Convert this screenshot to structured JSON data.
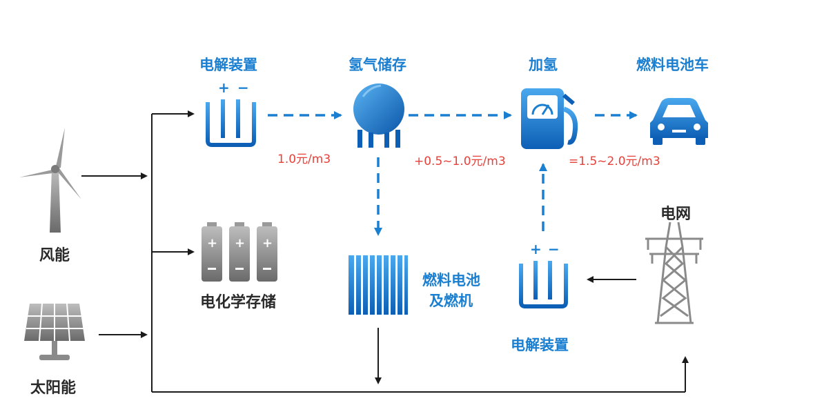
{
  "labels": {
    "electrolyzer_top": "电解装置",
    "hydrogen_storage": "氢气储存",
    "refueling": "加氢",
    "fuel_cell_car": "燃料电池车",
    "wind": "风能",
    "solar": "太阳能",
    "electrochemical_storage": "电化学存储",
    "fuel_cell_line1": "燃料电池",
    "fuel_cell_line2": "及燃机",
    "grid": "电网",
    "electrolyzer_bottom": "电解装置"
  },
  "prices": {
    "electrolysis": "1.0元/m3",
    "storage": "+0.5~1.0元/m3",
    "refuel": "=1.5~2.0元/m3"
  },
  "icons": {
    "electrolyzer": "electrolyzer-icon",
    "tank": "hydrogen-tank-icon",
    "pump": "fuel-pump-icon",
    "car": "car-icon",
    "wind": "wind-turbine-icon",
    "solar": "solar-panel-icon",
    "battery": "battery-icon",
    "fuelcell": "fuel-cell-stack-icon",
    "tower": "power-tower-icon"
  },
  "colors": {
    "blue": "#1a7fd0",
    "price": "#e6403a",
    "arrow": "#1a1a1a",
    "gray": "#8a8a8a"
  }
}
